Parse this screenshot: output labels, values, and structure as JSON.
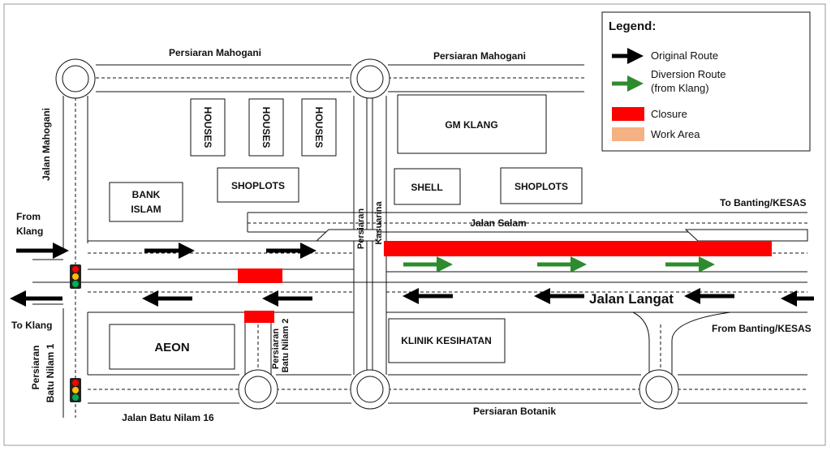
{
  "roads": {
    "top_left": "Persiaran Mahogani",
    "top_right": "Persiaran Mahogani",
    "left_vertical": "Jalan Mahogani",
    "middle_vertical_1": "Persiaran",
    "middle_vertical_2": "Kasuarina",
    "salam": "Jalan Salam",
    "langat": "Jalan Langat",
    "batu_nilam_2_a": "Persiaran",
    "batu_nilam_2_b": "Batu Nilam 2",
    "batu_nilam_1_a": "Persiaran",
    "batu_nilam_1_b": "Batu Nilam 1",
    "batu_nilam_16": "Jalan Batu Nilam 16",
    "botanik": "Persiaran Botanik"
  },
  "directions": {
    "from_klang_1": "From",
    "from_klang_2": "Klang",
    "to_klang": "To Klang",
    "to_banting": "To Banting/KESAS",
    "from_banting": "From Banting/KESAS"
  },
  "buildings": {
    "houses_1": "HOUSES",
    "houses_2": "HOUSES",
    "houses_3": "HOUSES",
    "shoplots_left": "SHOPLOTS",
    "bank_1": "BANK",
    "bank_2": "ISLAM",
    "gm_klang": "GM KLANG",
    "shell": "SHELL",
    "shoplots_right": "SHOPLOTS",
    "aeon": "AEON",
    "klinik": "KLINIK KESIHATAN"
  },
  "legend": {
    "title": "Legend:",
    "original": "Original Route",
    "diversion_1": "Diversion Route",
    "diversion_2": "(from Klang)",
    "closure": "Closure",
    "work_area": "Work Area"
  },
  "colors": {
    "original_route": "#000000",
    "diversion_route": "#2e8b2e",
    "closure": "#ff0000",
    "work_area": "#f4b183"
  }
}
